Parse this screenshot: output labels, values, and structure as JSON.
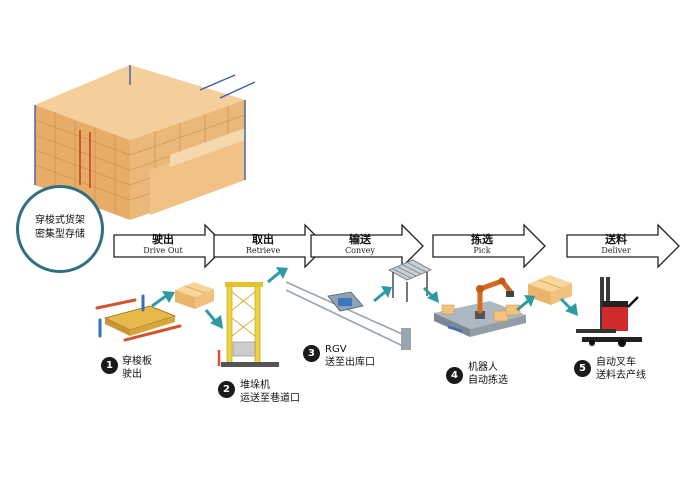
{
  "storage_label": [
    "穿梭式货架",
    "密集型存储"
  ],
  "colors": {
    "arrow_teal": "#2e9aa6",
    "badge_border": "#2f6f7f",
    "box": "#f3c27a",
    "rack": "#e7b06a",
    "rack_red": "#d2532c"
  },
  "flow_steps": [
    {
      "label": "驶出",
      "sublabel": "Drive Out"
    },
    {
      "label": "取出",
      "sublabel": "Retrieve"
    },
    {
      "label": "输送",
      "sublabel": "Convey"
    },
    {
      "label": "拣选",
      "sublabel": "Pick"
    },
    {
      "label": "送料",
      "sublabel": "Deliver"
    }
  ],
  "equipment": [
    {
      "number": "1",
      "caption": [
        "穿梭板",
        "驶出"
      ]
    },
    {
      "number": "2",
      "caption": [
        "堆垛机",
        "运送至巷道口"
      ]
    },
    {
      "number": "3",
      "caption": [
        "RGV",
        "送至出库口"
      ]
    },
    {
      "number": "4",
      "caption": [
        "机器人",
        "自动拣选"
      ]
    },
    {
      "number": "5",
      "caption": [
        "自动叉车",
        "送料去产线"
      ]
    }
  ]
}
